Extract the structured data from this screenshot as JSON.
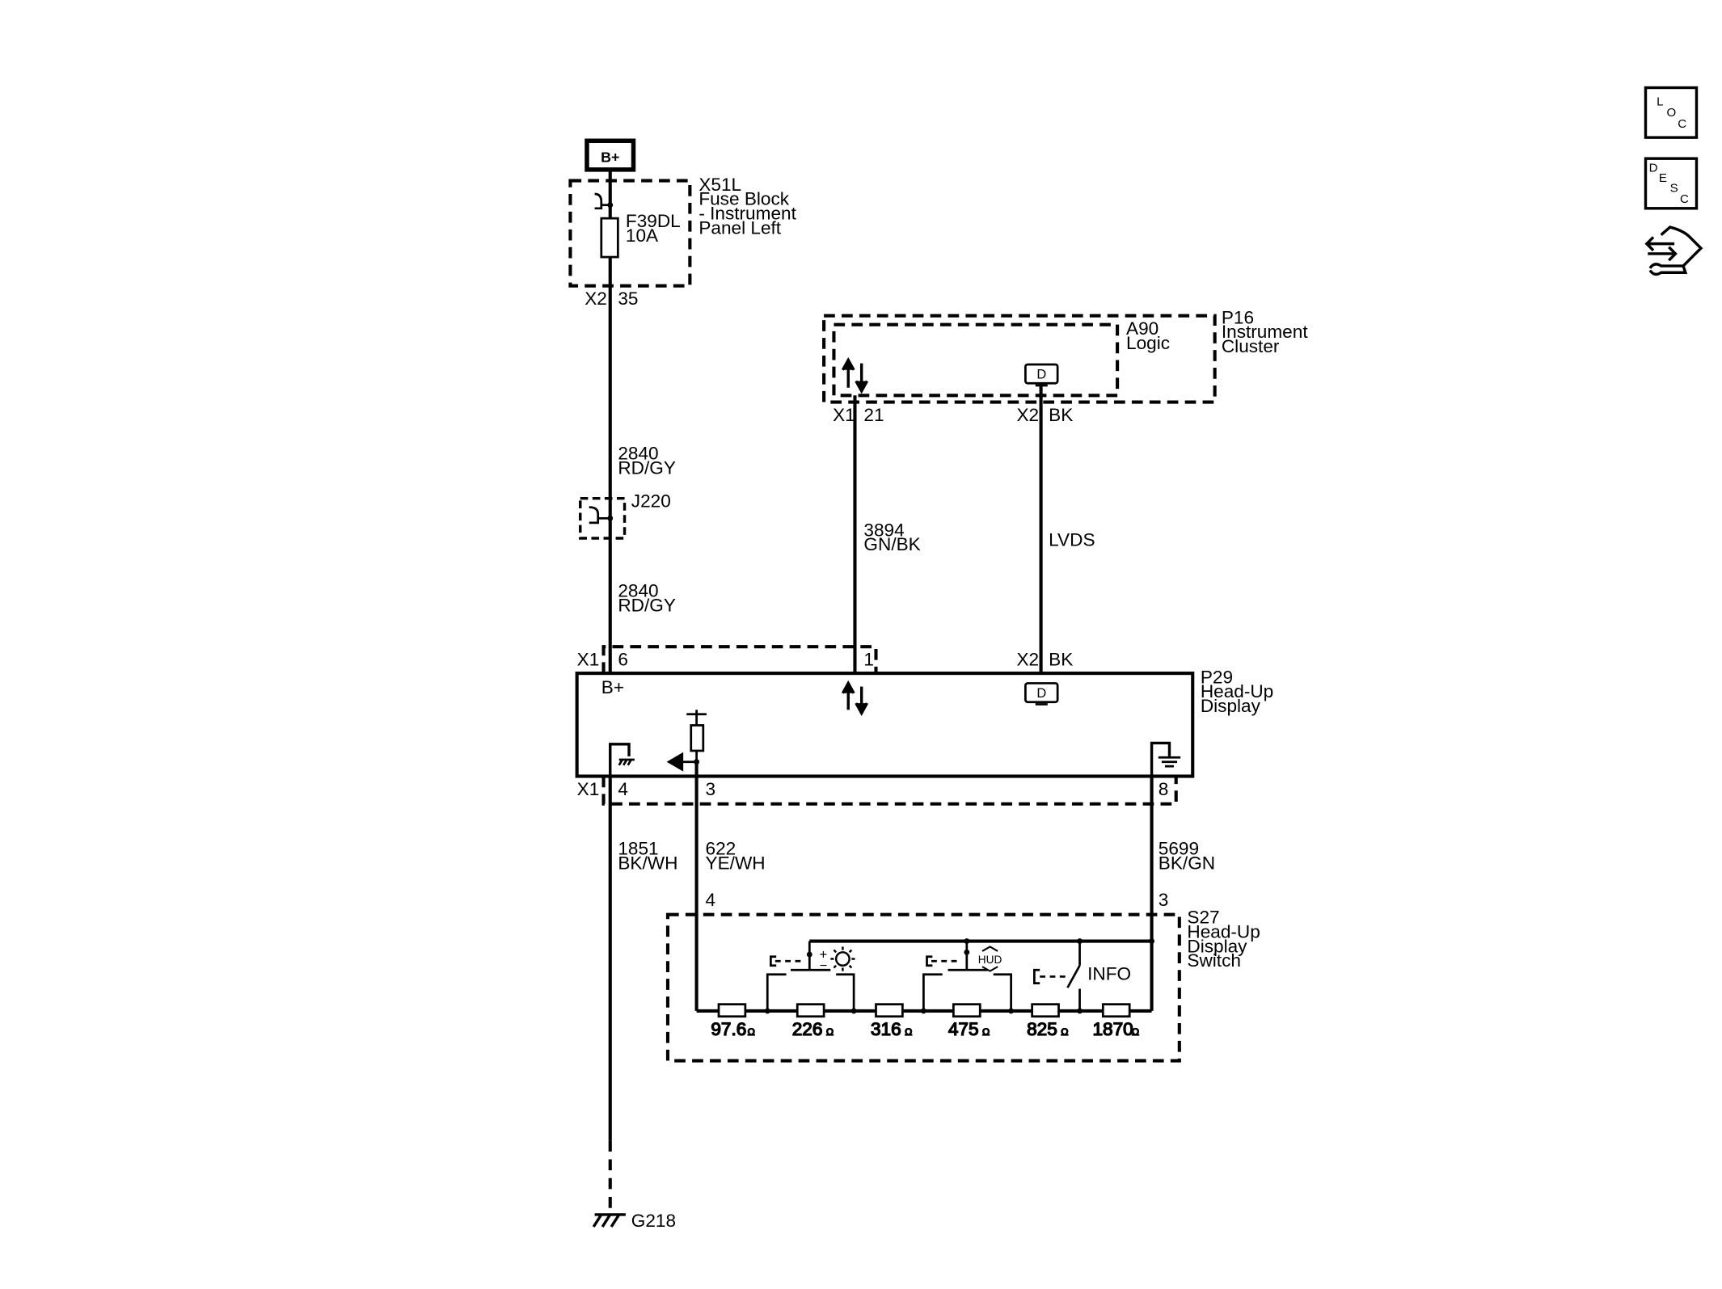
{
  "power_source": {
    "label": "B+"
  },
  "fuse_block": {
    "id": "X51L",
    "name_lines": [
      "Fuse Block",
      "- Instrument",
      "Panel Left"
    ],
    "fuse_id": "F39DL",
    "fuse_rating": "10A",
    "connector": "X2",
    "pin": "35"
  },
  "wire_power_upper": {
    "circuit": "2840",
    "color": "RD/GY"
  },
  "splice": {
    "id": "J220"
  },
  "wire_power_lower": {
    "circuit": "2840",
    "color": "RD/GY"
  },
  "instrument_cluster": {
    "id": "P16",
    "name_lines": [
      "Instrument",
      "Cluster"
    ],
    "logic_id": "A90",
    "logic_name": "Logic",
    "data_symbol": "D",
    "conn_x1": "X1",
    "pin_x1": "21",
    "conn_x2": "X2",
    "pin_x2": "BK"
  },
  "wire_data": {
    "circuit": "3894",
    "color": "GN/BK"
  },
  "wire_video": {
    "label": "LVDS"
  },
  "hud": {
    "id": "P29",
    "name_lines": [
      "Head-Up",
      "Display"
    ],
    "top_conn_x1": "X1",
    "pin_power": "6",
    "pin_data": "1",
    "top_conn_x2": "X2",
    "pin_video": "BK",
    "bplus_label": "B+",
    "data_symbol": "D",
    "bottom_conn": "X1",
    "pin_ground": "4",
    "pin_signal": "3",
    "pin_low_ref": "8"
  },
  "wire_ground": {
    "circuit": "1851",
    "color": "BK/WH"
  },
  "wire_signal": {
    "circuit": "622",
    "color": "YE/WH"
  },
  "wire_low_ref": {
    "circuit": "5699",
    "color": "BK/GN"
  },
  "hud_switch": {
    "id": "S27",
    "name_lines": [
      "Head-Up",
      "Display",
      "Switch"
    ],
    "pin_signal": "4",
    "pin_low_ref": "3",
    "info_label": "INFO",
    "hud_label": "HUD",
    "plus_label": "+",
    "minus_label": "−",
    "resistors": [
      {
        "value": "97.6",
        "unit": "Ω"
      },
      {
        "value": "226",
        "unit": "Ω"
      },
      {
        "value": "316",
        "unit": "Ω"
      },
      {
        "value": "475",
        "unit": "Ω"
      },
      {
        "value": "825",
        "unit": "Ω"
      },
      {
        "value": "1870",
        "unit": "Ω"
      }
    ]
  },
  "ground": {
    "id": "G218"
  },
  "side_buttons": [
    {
      "icon": "loc-icon",
      "letters": [
        "L",
        "O",
        "C"
      ]
    },
    {
      "icon": "desc-icon",
      "letters": [
        "D",
        "E",
        "S",
        "C"
      ]
    },
    {
      "icon": "diagnostic-tool-icon"
    }
  ]
}
